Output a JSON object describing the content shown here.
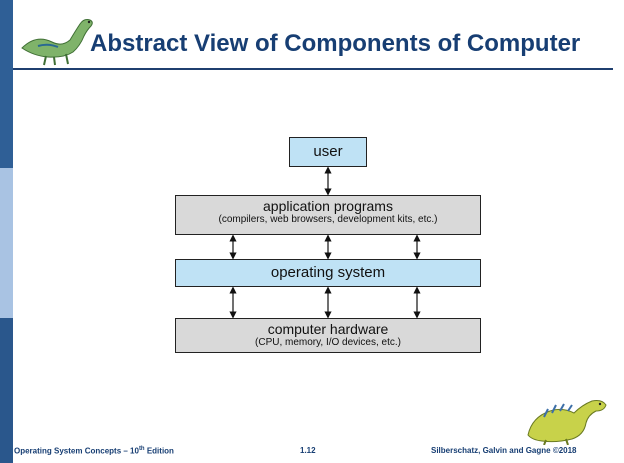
{
  "slide": {
    "title": "Abstract View of Components of Computer"
  },
  "diagram": {
    "user": "user",
    "app_title": "application programs",
    "app_sub": "(compilers, web browsers, development kits, etc.)",
    "os_title": "operating system",
    "hw_title": "computer hardware",
    "hw_sub": "(CPU, memory, I/O devices, etc.)"
  },
  "footer": {
    "book": "Operating System Concepts – 10",
    "book_sup": "th",
    "book_tail": " Edition",
    "page": "1.12",
    "copyright": "Silberschatz, Galvin and Gagne ©2018"
  },
  "colors": {
    "accent": "#2f5f96",
    "title": "#173e73",
    "box_blue": "#bfe2f5",
    "box_gray": "#d9d9d9"
  },
  "icons": [
    "dinosaur-logo-icon",
    "dinosaur-footer-icon",
    "double-arrow-icon"
  ]
}
